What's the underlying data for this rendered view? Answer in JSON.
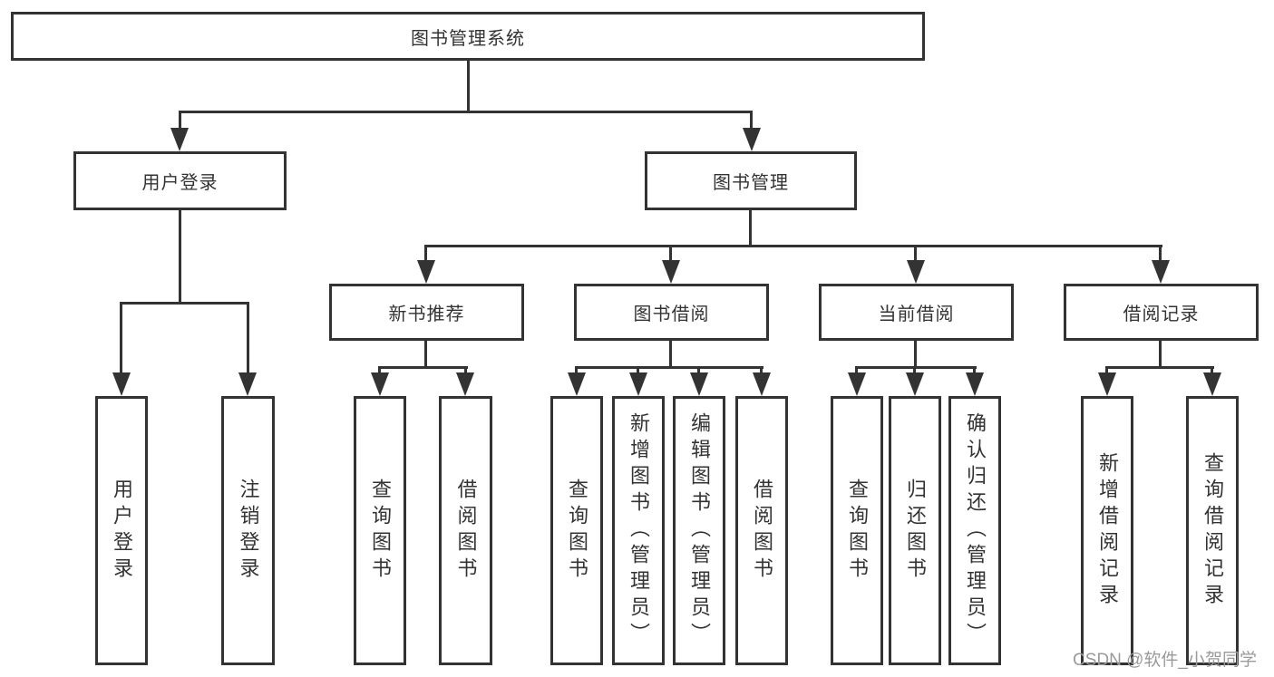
{
  "diagram": {
    "title_node": {
      "label": "图书管理系统"
    },
    "level2": [
      {
        "label": "用户登录"
      },
      {
        "label": "图书管理"
      }
    ],
    "level3": [
      {
        "label": "新书推荐"
      },
      {
        "label": "图书借阅"
      },
      {
        "label": "当前借阅"
      },
      {
        "label": "借阅记录"
      }
    ],
    "leaves": {
      "user_login": [
        {
          "label": "用户登录"
        },
        {
          "label": "注销登录"
        }
      ],
      "new_book": [
        {
          "label": "查询图书"
        },
        {
          "label": "借阅图书"
        }
      ],
      "book_borrow": [
        {
          "label": "查询图书"
        },
        {
          "label": "新增图书（管理员）"
        },
        {
          "label": "编辑图书（管理员）"
        },
        {
          "label": "借阅图书"
        }
      ],
      "current_borrow": [
        {
          "label": "查询图书"
        },
        {
          "label": "归还图书"
        },
        {
          "label": "确认归还（管理员）"
        }
      ],
      "borrow_records": [
        {
          "label": "新增借阅记录"
        },
        {
          "label": "查询借阅记录"
        }
      ]
    },
    "watermark": "CSDN @软件_小贺同学",
    "colors": {
      "line": "#333333",
      "text": "#333333",
      "background": "#ffffff",
      "watermark": "#9a9a9a"
    }
  }
}
